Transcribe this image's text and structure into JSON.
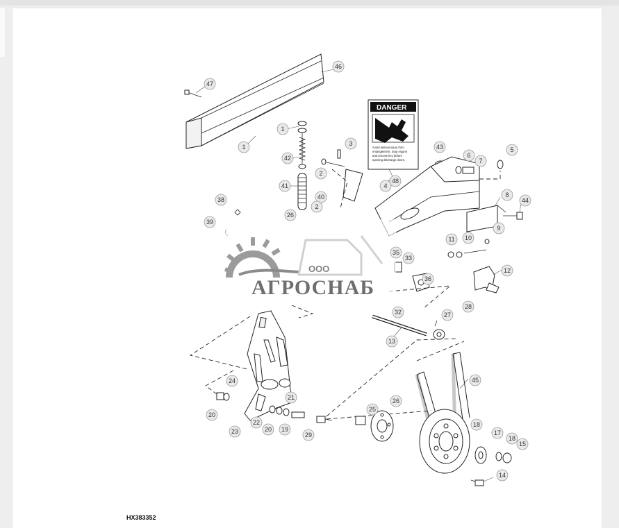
{
  "figure": {
    "id": "HX383352",
    "decal": {
      "heading": "DANGER",
      "text_lines": [
        "Avoid serious injury from",
        "entanglement. Stop engine",
        "and remove key before",
        "opening discharge doors."
      ]
    },
    "watermark": {
      "prefix": "ООО",
      "name": "АГРОСНАБ"
    },
    "callouts": [
      "47",
      "46",
      "1",
      "1",
      "42",
      "41",
      "38",
      "39",
      "26",
      "3",
      "2",
      "40",
      "2",
      "48",
      "4",
      "43",
      "6",
      "7",
      "5",
      "8",
      "44",
      "9",
      "10",
      "11",
      "12",
      "33",
      "35",
      "36",
      "32",
      "27",
      "28",
      "13",
      "24",
      "20",
      "21",
      "22",
      "23",
      "20",
      "19",
      "29",
      "25",
      "26",
      "45",
      "18",
      "17",
      "18",
      "15",
      "14"
    ]
  }
}
